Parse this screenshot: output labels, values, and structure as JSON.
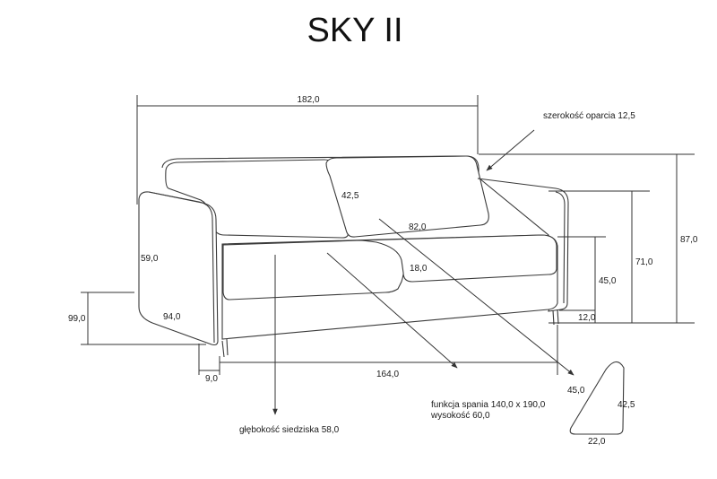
{
  "title": "SKY II",
  "dimensions": {
    "total_width": "182,0",
    "backrest_width": "szerokość oparcia 12,5",
    "total_height": "87,0",
    "armrest_height": "71,0",
    "seat_height": "45,0",
    "leg_height": "12,0",
    "cushion_height": "42,5",
    "cushion_width": "82,0",
    "seat_cushion": "18,0",
    "armrest_depth_height": "59,0",
    "depth": "94,0",
    "depth_total": "99,0",
    "armrest_width": "9,0",
    "seat_width": "164,0",
    "sleep_function_line1": "funkcja spania 140,0 x 190,0",
    "sleep_function_line2": "wysokość 60,0",
    "seat_depth": "głębokość siedziska 58,0",
    "side_angle": "45,0",
    "side_height": "42,5",
    "side_base": "22,0"
  },
  "colors": {
    "line": "#333333",
    "text": "#1a1a1a"
  }
}
